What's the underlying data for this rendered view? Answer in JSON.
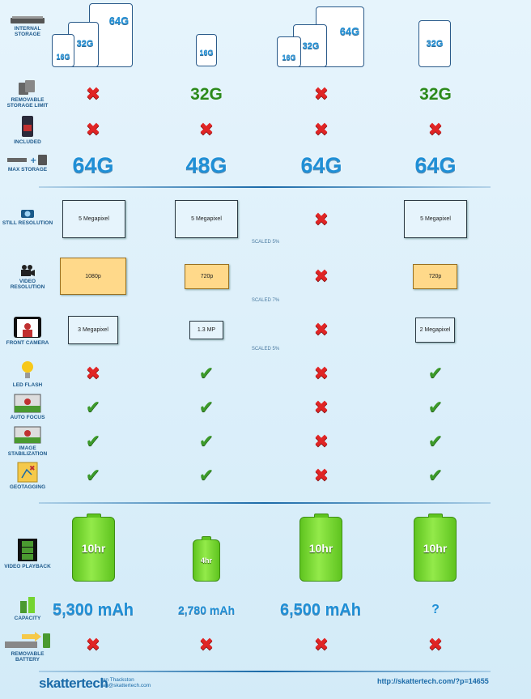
{
  "rows": {
    "internal_storage": {
      "label": "INTERNAL STORAGE",
      "col1": [
        "16G",
        "32G",
        "64G"
      ],
      "col2": [
        "16G"
      ],
      "col3": [
        "16G",
        "32G",
        "64G"
      ],
      "col4": [
        "32G"
      ]
    },
    "removable_limit": {
      "label": "REMOVABLE STORAGE LIMIT",
      "values": [
        "x",
        "32G",
        "x",
        "32G"
      ]
    },
    "included": {
      "label": "INCLUDED",
      "values": [
        "x",
        "x",
        "x",
        "x"
      ]
    },
    "max_storage": {
      "label": "MAX STORAGE",
      "values": [
        "64G",
        "48G",
        "64G",
        "64G"
      ]
    },
    "still_resolution": {
      "label": "STILL RESOLUTION",
      "values": [
        "5 Megapixel",
        "5 Megapixel",
        "x",
        "5 Megapixel"
      ],
      "note": "SCALED 5%"
    },
    "video_resolution": {
      "label": "VIDEO RESOLUTION",
      "values": [
        "1080p",
        "720p",
        "x",
        "720p"
      ],
      "note": "SCALED 7%"
    },
    "front_camera": {
      "label": "FRONT CAMERA",
      "values": [
        "3 Megapixel",
        "1.3 MP",
        "x",
        "2 Megapixel"
      ],
      "note": "SCALED 5%"
    },
    "led_flash": {
      "label": "LED FLASH",
      "values": [
        "x",
        "check",
        "x",
        "check"
      ]
    },
    "auto_focus": {
      "label": "AUTO FOCUS",
      "values": [
        "check",
        "check",
        "x",
        "check"
      ]
    },
    "image_stabilization": {
      "label": "IMAGE STABILIZATION",
      "values": [
        "check",
        "check",
        "x",
        "check"
      ]
    },
    "geotagging": {
      "label": "GEOTAGGING",
      "values": [
        "check",
        "check",
        "x",
        "check"
      ]
    },
    "video_playback": {
      "label": "VIDEO PLAYBACK",
      "values": [
        "10hr",
        "4hr",
        "10hr",
        "10hr"
      ]
    },
    "capacity": {
      "label": "CAPACITY",
      "values": [
        "5,300 mAh",
        "2,780 mAh",
        "6,500 mAh",
        "?"
      ]
    },
    "removable_battery": {
      "label": "REMOVABLE BATTERY",
      "values": [
        "x",
        "x",
        "x",
        "x"
      ]
    }
  },
  "footer": {
    "logo": "skattertech",
    "author_name": "Ian Thackston",
    "author_email": "ian@skattertech.com",
    "url": "http://skattertech.com/?p=14655"
  },
  "glyphs": {
    "x": "✖",
    "check": "✔"
  },
  "colors": {
    "accent": "#1f8fd6",
    "red": "#e02525",
    "green": "#3c9a2a",
    "battery": "#74d430"
  }
}
